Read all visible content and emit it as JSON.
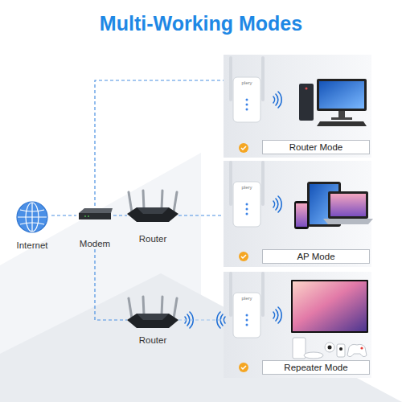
{
  "diagram": {
    "title": "Multi-Working Modes",
    "nodes": [
      {
        "text": [
          "Internet"
        ]
      },
      {
        "text": [
          "Modem"
        ]
      },
      {
        "text": [
          "Router"
        ]
      },
      {
        "text": [
          "Router"
        ]
      },
      {
        "text": [
          "Router Mode"
        ]
      },
      {
        "text": [
          "AP Mode"
        ]
      },
      {
        "text": [
          "Repeater Mode"
        ]
      }
    ],
    "edges": [
      {
        "from": 0,
        "to": 1,
        "arrow": "none"
      },
      {
        "from": 1,
        "to": 4,
        "arrow": "none"
      },
      {
        "from": 1,
        "to": 2,
        "arrow": "none"
      },
      {
        "from": 2,
        "to": 5,
        "arrow": "none"
      },
      {
        "from": 1,
        "to": 3,
        "arrow": "none"
      },
      {
        "from": 3,
        "to": 6,
        "arrow": "none"
      }
    ],
    "labels": [
      "plery",
      "plery",
      "plery"
    ]
  }
}
